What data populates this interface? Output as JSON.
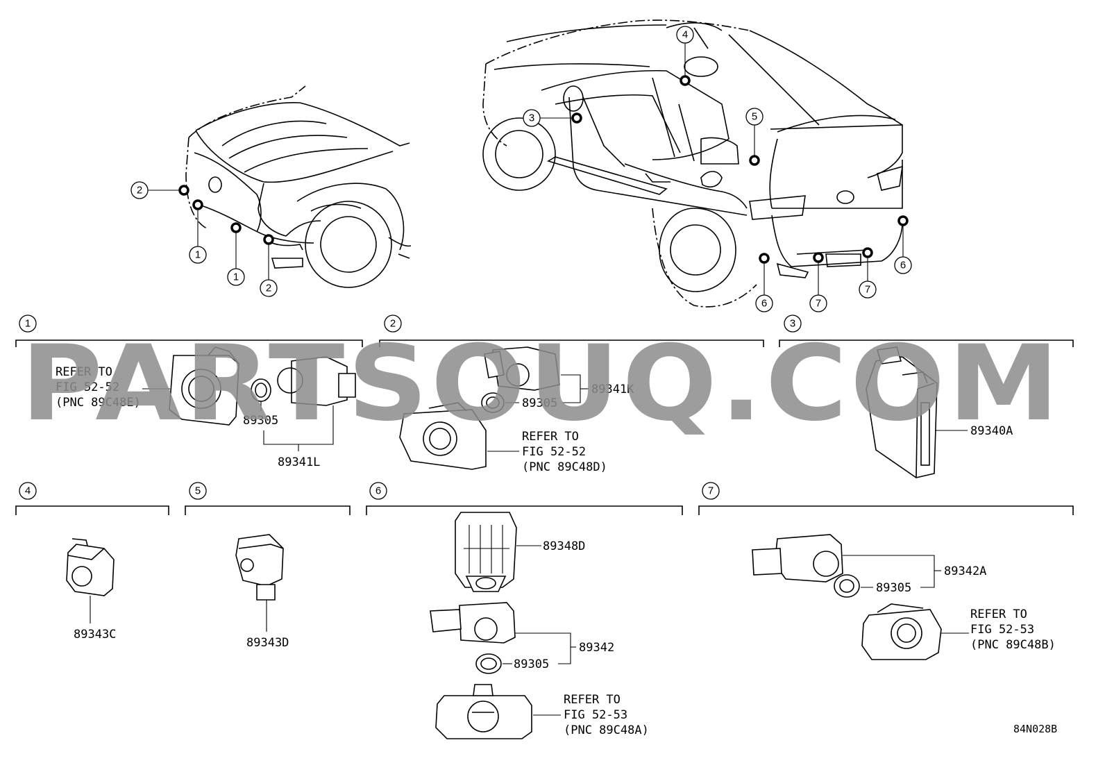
{
  "watermark": "PARTSOUQ.COM",
  "diagram_code": "84N028B",
  "callouts_front": [
    "2",
    "1",
    "1",
    "2"
  ],
  "callouts_rear": [
    "4",
    "3",
    "5",
    "6",
    "6",
    "7",
    "7"
  ],
  "sections": [
    {
      "num": "1"
    },
    {
      "num": "2"
    },
    {
      "num": "3"
    },
    {
      "num": "4"
    },
    {
      "num": "5"
    },
    {
      "num": "6"
    },
    {
      "num": "7"
    }
  ],
  "labels": {
    "s1_refer": [
      "REFER TO",
      "FIG 52-52",
      "(PNC 89C48E)"
    ],
    "s1_p1": "89305",
    "s1_p2": "89341L",
    "s2_p1": "89341K",
    "s2_p2": "89305",
    "s2_refer": [
      "REFER TO",
      "FIG 52-52",
      "(PNC 89C48D)"
    ],
    "s3_p1": "89340A",
    "s4_p1": "89343C",
    "s5_p1": "89343D",
    "s6_p1": "89348D",
    "s6_p2": "89342",
    "s6_p3": "89305",
    "s6_refer": [
      "REFER TO",
      "FIG 52-53",
      "(PNC 89C48A)"
    ],
    "s7_p1": "89342A",
    "s7_p2": "89305",
    "s7_refer": [
      "REFER TO",
      "FIG 52-53",
      "(PNC 89C48B)"
    ]
  }
}
